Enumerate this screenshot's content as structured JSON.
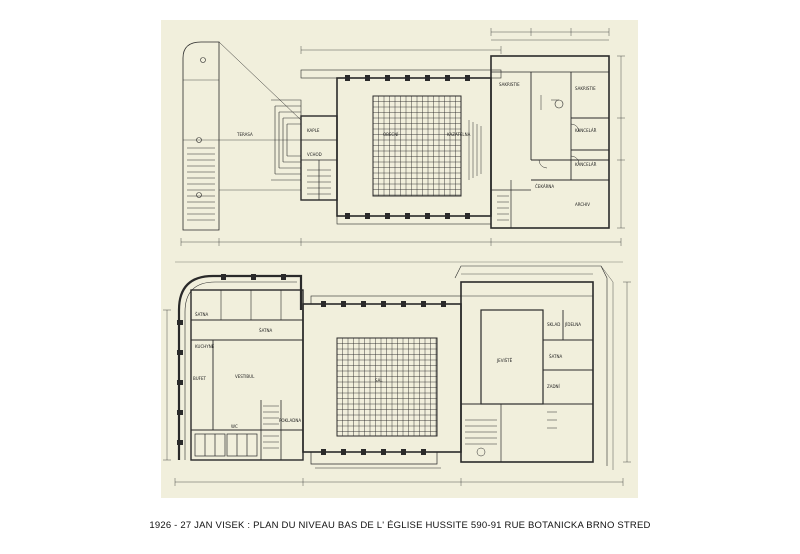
{
  "caption": "1926 - 27 JAN VISEK : PLAN DU NIVEAU BAS DE L' ÉGLISE HUSSITE  590-91 RUE BOTANICKA BRNO STRED",
  "upper_plan": {
    "labels": {
      "terasa": "TERASA",
      "kaple": "KAPLE",
      "sakristie_1": "SAKRISTIE",
      "sakristie_2": "SAKRISTIE",
      "kancelar_1": "KANCELÁŘ",
      "kancelar_2": "KANCELÁŘ",
      "cekarna": "ČEKÁRNA",
      "archiv": "ARCHIV",
      "kazatelna": "KAZATELNA",
      "obecni": "OBECNÍ",
      "vchod": "VCHOD"
    }
  },
  "lower_plan": {
    "labels": {
      "satna_1": "ŠATNA",
      "satna_2": "ŠATNA",
      "satna_3": "ŠATNA",
      "vestibul": "VESTIBUL",
      "bufet": "BUFET",
      "sal": "SÁL",
      "jeviste": "JEVIŠTĚ",
      "sklad": "SKLAD",
      "zadni": "ZADNÍ",
      "kuchyne": "KUCHYNĚ",
      "pokladna": "POKLADNA",
      "wc": "WC",
      "jidelna": "JÍDELNA"
    }
  },
  "colors": {
    "paper": "#f1efdc",
    "ink": "#2a2a2a",
    "background": "#ffffff"
  }
}
